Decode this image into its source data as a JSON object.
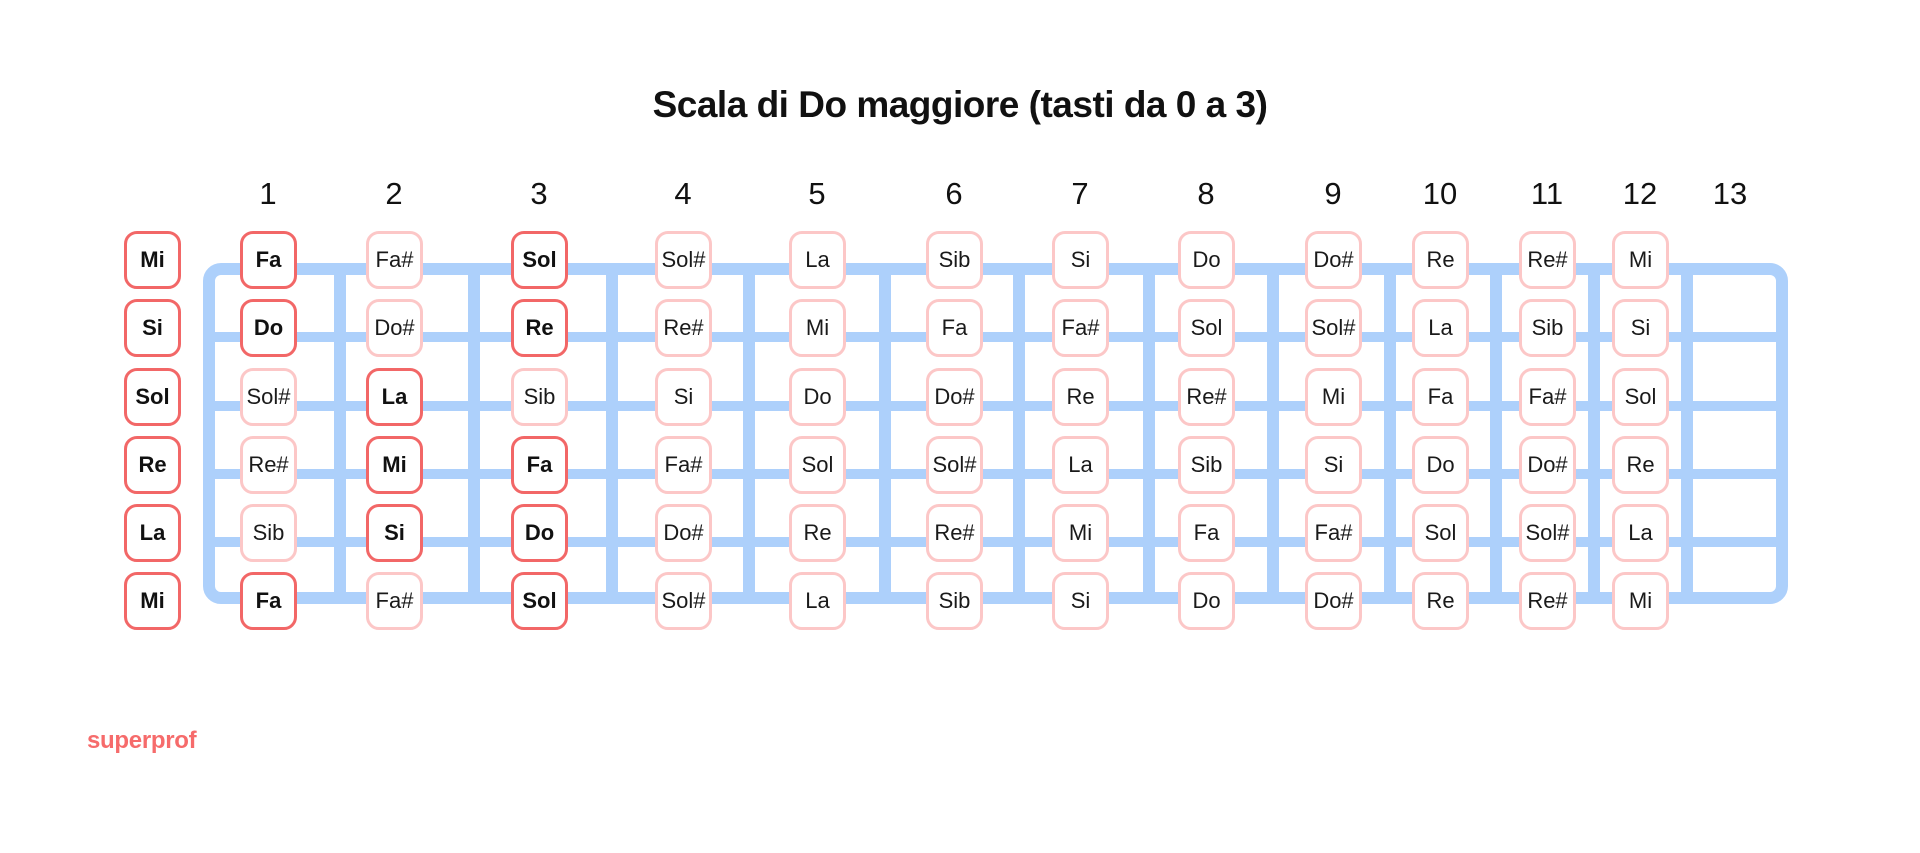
{
  "title": "Scala di Do maggiore (tasti da 0 a 3)",
  "logo": "superprof",
  "colors": {
    "scale_note_border": "#f26767",
    "other_note_border": "#fcc7c7",
    "fretboard": "#add0fb",
    "logo": "#f66b6b"
  },
  "fret_numbers": [
    "1",
    "2",
    "3",
    "4",
    "5",
    "6",
    "7",
    "8",
    "9",
    "10",
    "11",
    "12",
    "13"
  ],
  "open_strings": [
    "Mi",
    "Si",
    "Sol",
    "Re",
    "La",
    "Mi"
  ],
  "strings": [
    {
      "open": "Mi",
      "frets": [
        "Fa",
        "Fa#",
        "Sol",
        "Sol#",
        "La",
        "Sib",
        "Si",
        "Do",
        "Do#",
        "Re",
        "Re#",
        "Mi"
      ]
    },
    {
      "open": "Si",
      "frets": [
        "Do",
        "Do#",
        "Re",
        "Re#",
        "Mi",
        "Fa",
        "Fa#",
        "Sol",
        "Sol#",
        "La",
        "Sib",
        "Si"
      ]
    },
    {
      "open": "Sol",
      "frets": [
        "Sol#",
        "La",
        "Sib",
        "Si",
        "Do",
        "Do#",
        "Re",
        "Re#",
        "Mi",
        "Fa",
        "Fa#",
        "Sol"
      ]
    },
    {
      "open": "Re",
      "frets": [
        "Re#",
        "Mi",
        "Fa",
        "Fa#",
        "Sol",
        "Sol#",
        "La",
        "Sib",
        "Si",
        "Do",
        "Do#",
        "Re"
      ]
    },
    {
      "open": "La",
      "frets": [
        "Sib",
        "Si",
        "Do",
        "Do#",
        "Re",
        "Re#",
        "Mi",
        "Fa",
        "Fa#",
        "Sol",
        "Sol#",
        "La"
      ]
    },
    {
      "open": "Mi",
      "frets": [
        "Fa",
        "Fa#",
        "Sol",
        "Sol#",
        "La",
        "Sib",
        "Si",
        "Do",
        "Do#",
        "Re",
        "Re#",
        "Mi"
      ]
    }
  ],
  "highlighted_scale_notes": [
    {
      "string": 1,
      "frets": [
        0,
        1,
        3
      ]
    },
    {
      "string": 2,
      "frets": [
        0,
        1,
        3
      ]
    },
    {
      "string": 3,
      "frets": [
        0,
        2
      ]
    },
    {
      "string": 4,
      "frets": [
        0,
        2,
        3
      ]
    },
    {
      "string": 5,
      "frets": [
        0,
        2,
        3
      ]
    },
    {
      "string": 6,
      "frets": [
        0,
        1,
        3
      ]
    }
  ]
}
